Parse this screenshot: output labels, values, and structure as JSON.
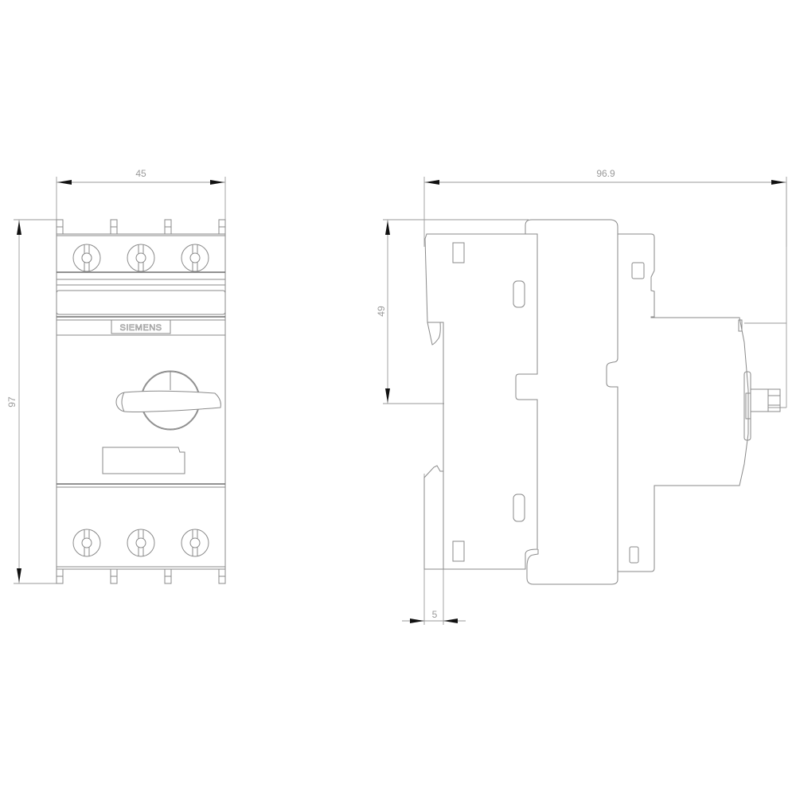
{
  "drawing": {
    "brand_label": "SIEMENS",
    "front_view": {
      "width_dimension": "45",
      "height_dimension": "97",
      "terminals_top": 3,
      "terminals_bottom": 3
    },
    "side_view": {
      "depth_dimension": "96.9",
      "rail_height_dimension": "49",
      "offset_dimension": "5"
    },
    "colors": {
      "line": "#8a8a8a",
      "dimension_line": "#9a9a9a",
      "arrow": "#111111",
      "background": "#ffffff"
    }
  }
}
